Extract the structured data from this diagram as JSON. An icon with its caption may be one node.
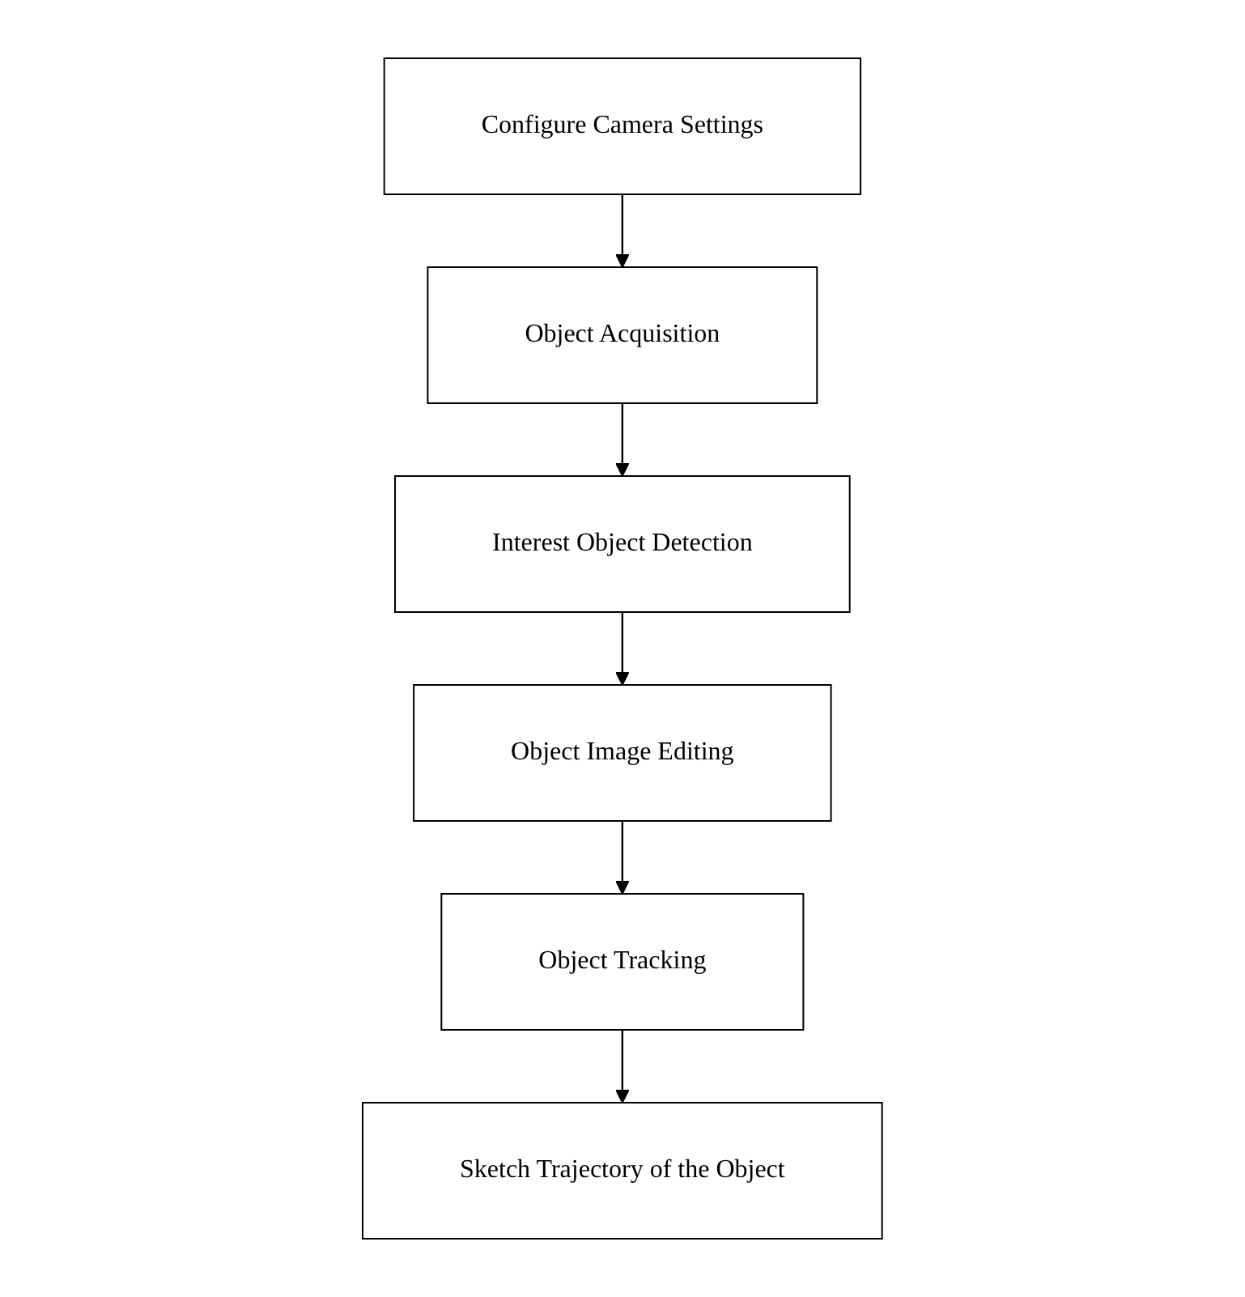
{
  "diagram": {
    "nodes": [
      {
        "text": [
          "Configure Camera Settings"
        ]
      },
      {
        "text": [
          "Object Acquisition"
        ]
      },
      {
        "text": [
          "Interest Object Detection"
        ]
      },
      {
        "text": [
          "Object Image Editing"
        ]
      },
      {
        "text": [
          "Object Tracking"
        ]
      },
      {
        "text": [
          "Sketch Trajectory of the Object"
        ]
      }
    ],
    "edges": [
      {
        "from": 0,
        "to": 1,
        "arrow": "to"
      },
      {
        "from": 1,
        "to": 2,
        "arrow": "to"
      },
      {
        "from": 2,
        "to": 3,
        "arrow": "to"
      },
      {
        "from": 3,
        "to": 4,
        "arrow": "to"
      },
      {
        "from": 4,
        "to": 5,
        "arrow": "to"
      }
    ]
  }
}
